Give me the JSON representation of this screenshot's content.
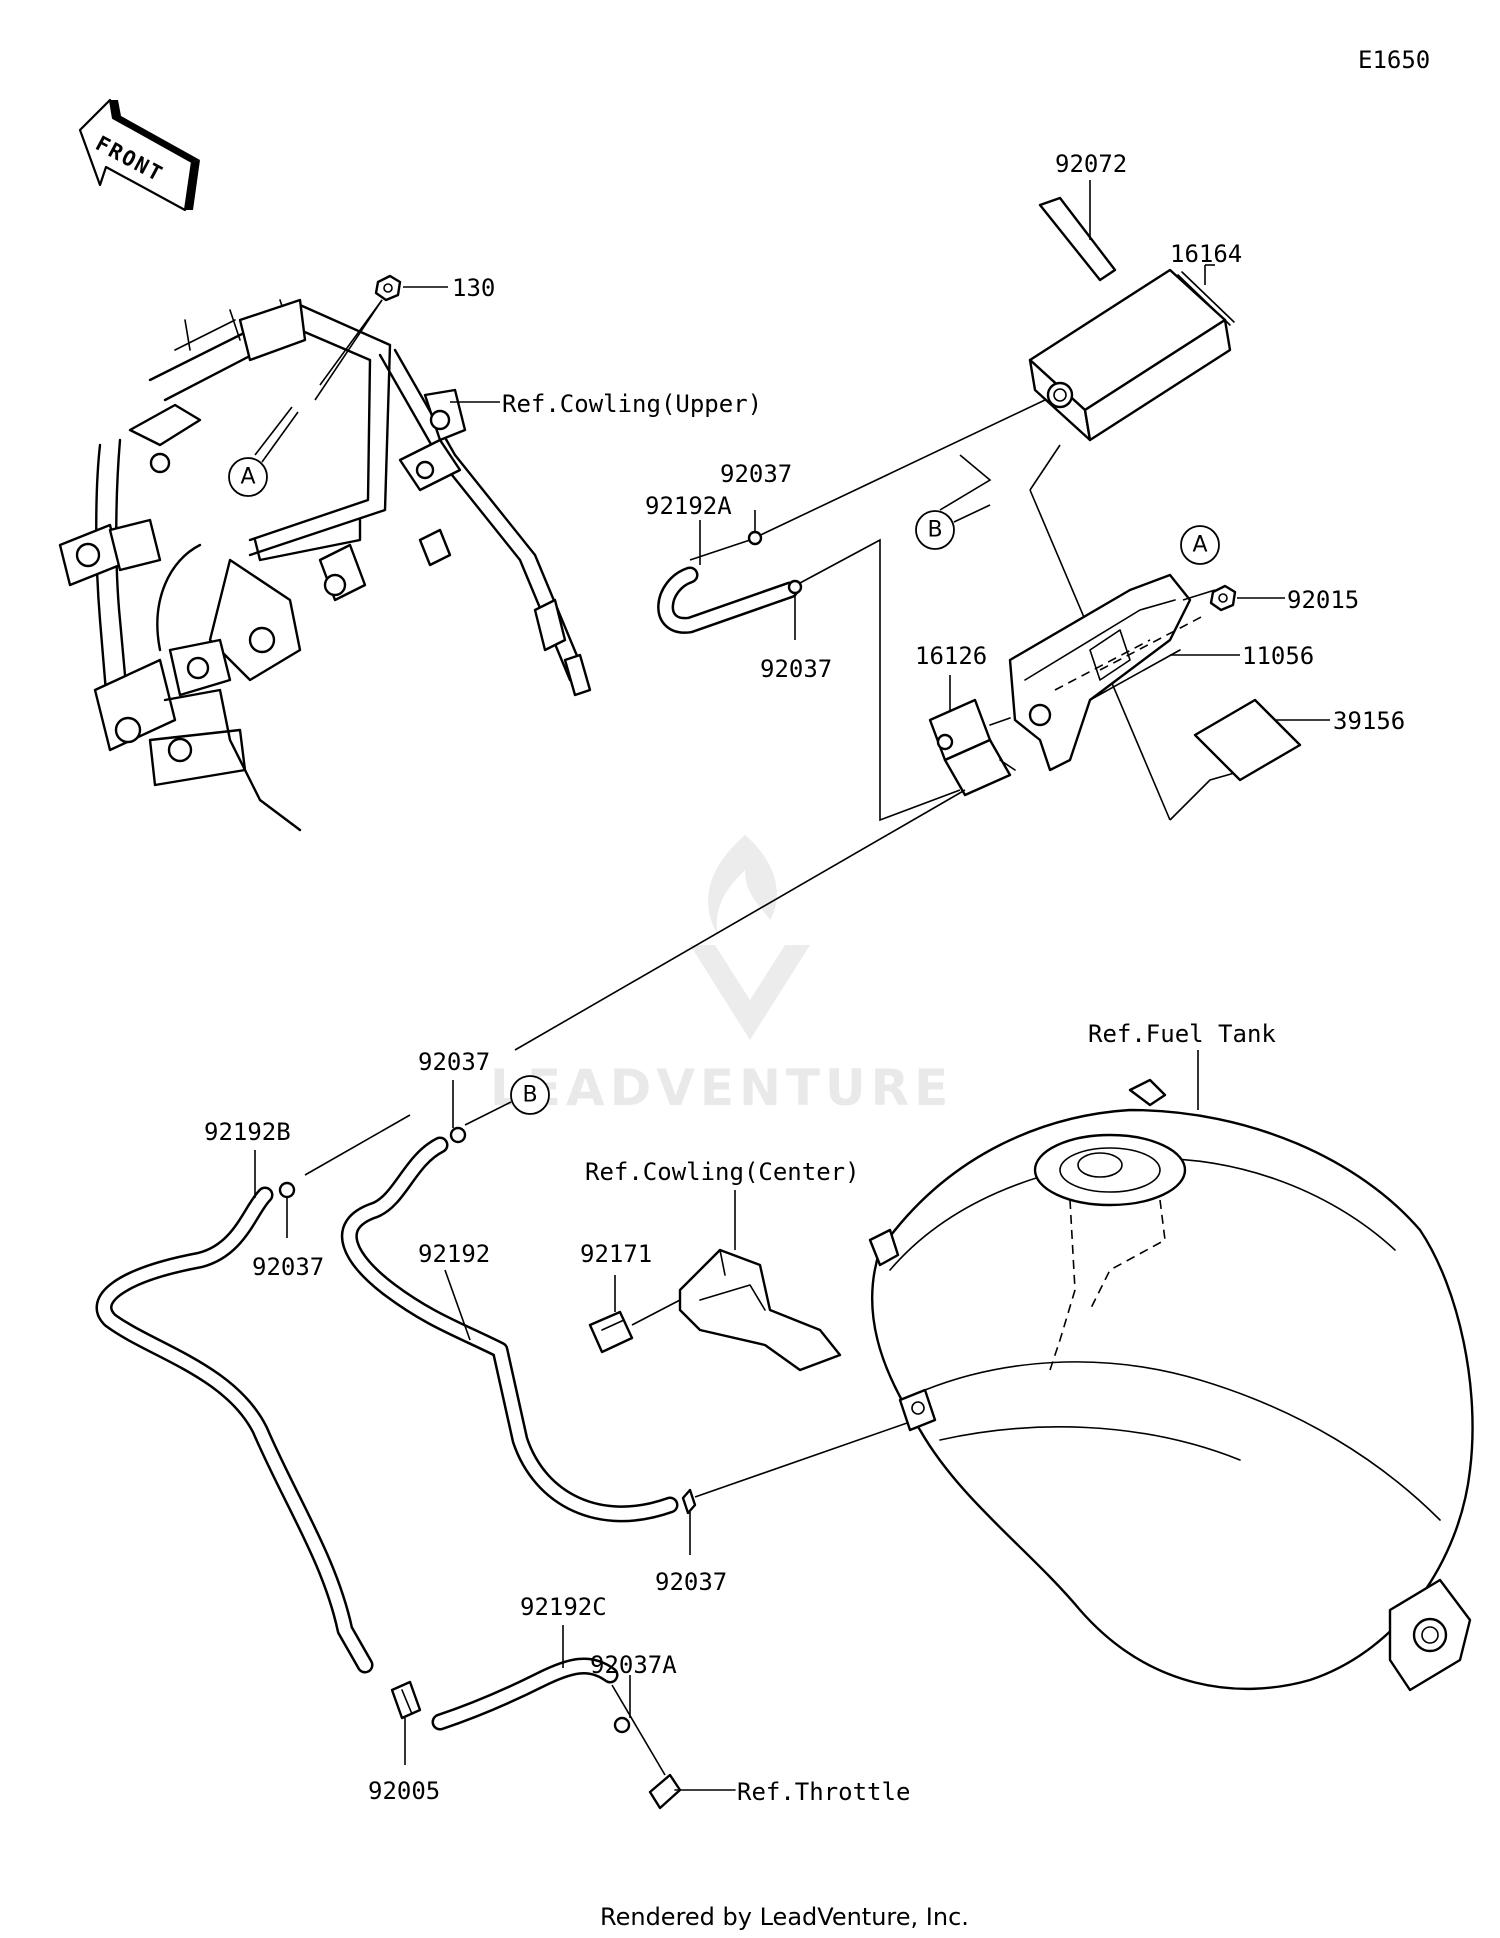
{
  "diagram_id": "E1650",
  "front_arrow": {
    "label": "FRONT",
    "icon": "front-arrow-icon"
  },
  "callouts": {
    "a": "A",
    "b": "B"
  },
  "parts": {
    "p130": "130",
    "p92072": "92072",
    "p16164": "16164",
    "p92037_canister": "92037",
    "p92192A": "92192A",
    "p92037_lower_a": "92037",
    "p92015": "92015",
    "p11056": "11056",
    "p16126": "16126",
    "p39156": "39156",
    "p92037_mid": "92037",
    "p92192B": "92192B",
    "p92037_b_lower": "92037",
    "p92192": "92192",
    "p92171": "92171",
    "p92037_tank": "92037",
    "p92192C": "92192C",
    "p92037A": "92037A",
    "p92005": "92005"
  },
  "references": {
    "cowling_upper": "Ref.Cowling(Upper)",
    "cowling_center": "Ref.Cowling(Center)",
    "fuel_tank": "Ref.Fuel Tank",
    "throttle": "Ref.Throttle"
  },
  "watermark": {
    "text": "LEADVENTURE",
    "icon": "leadventure-logo-icon"
  },
  "footer": "Rendered by LeadVenture, Inc."
}
